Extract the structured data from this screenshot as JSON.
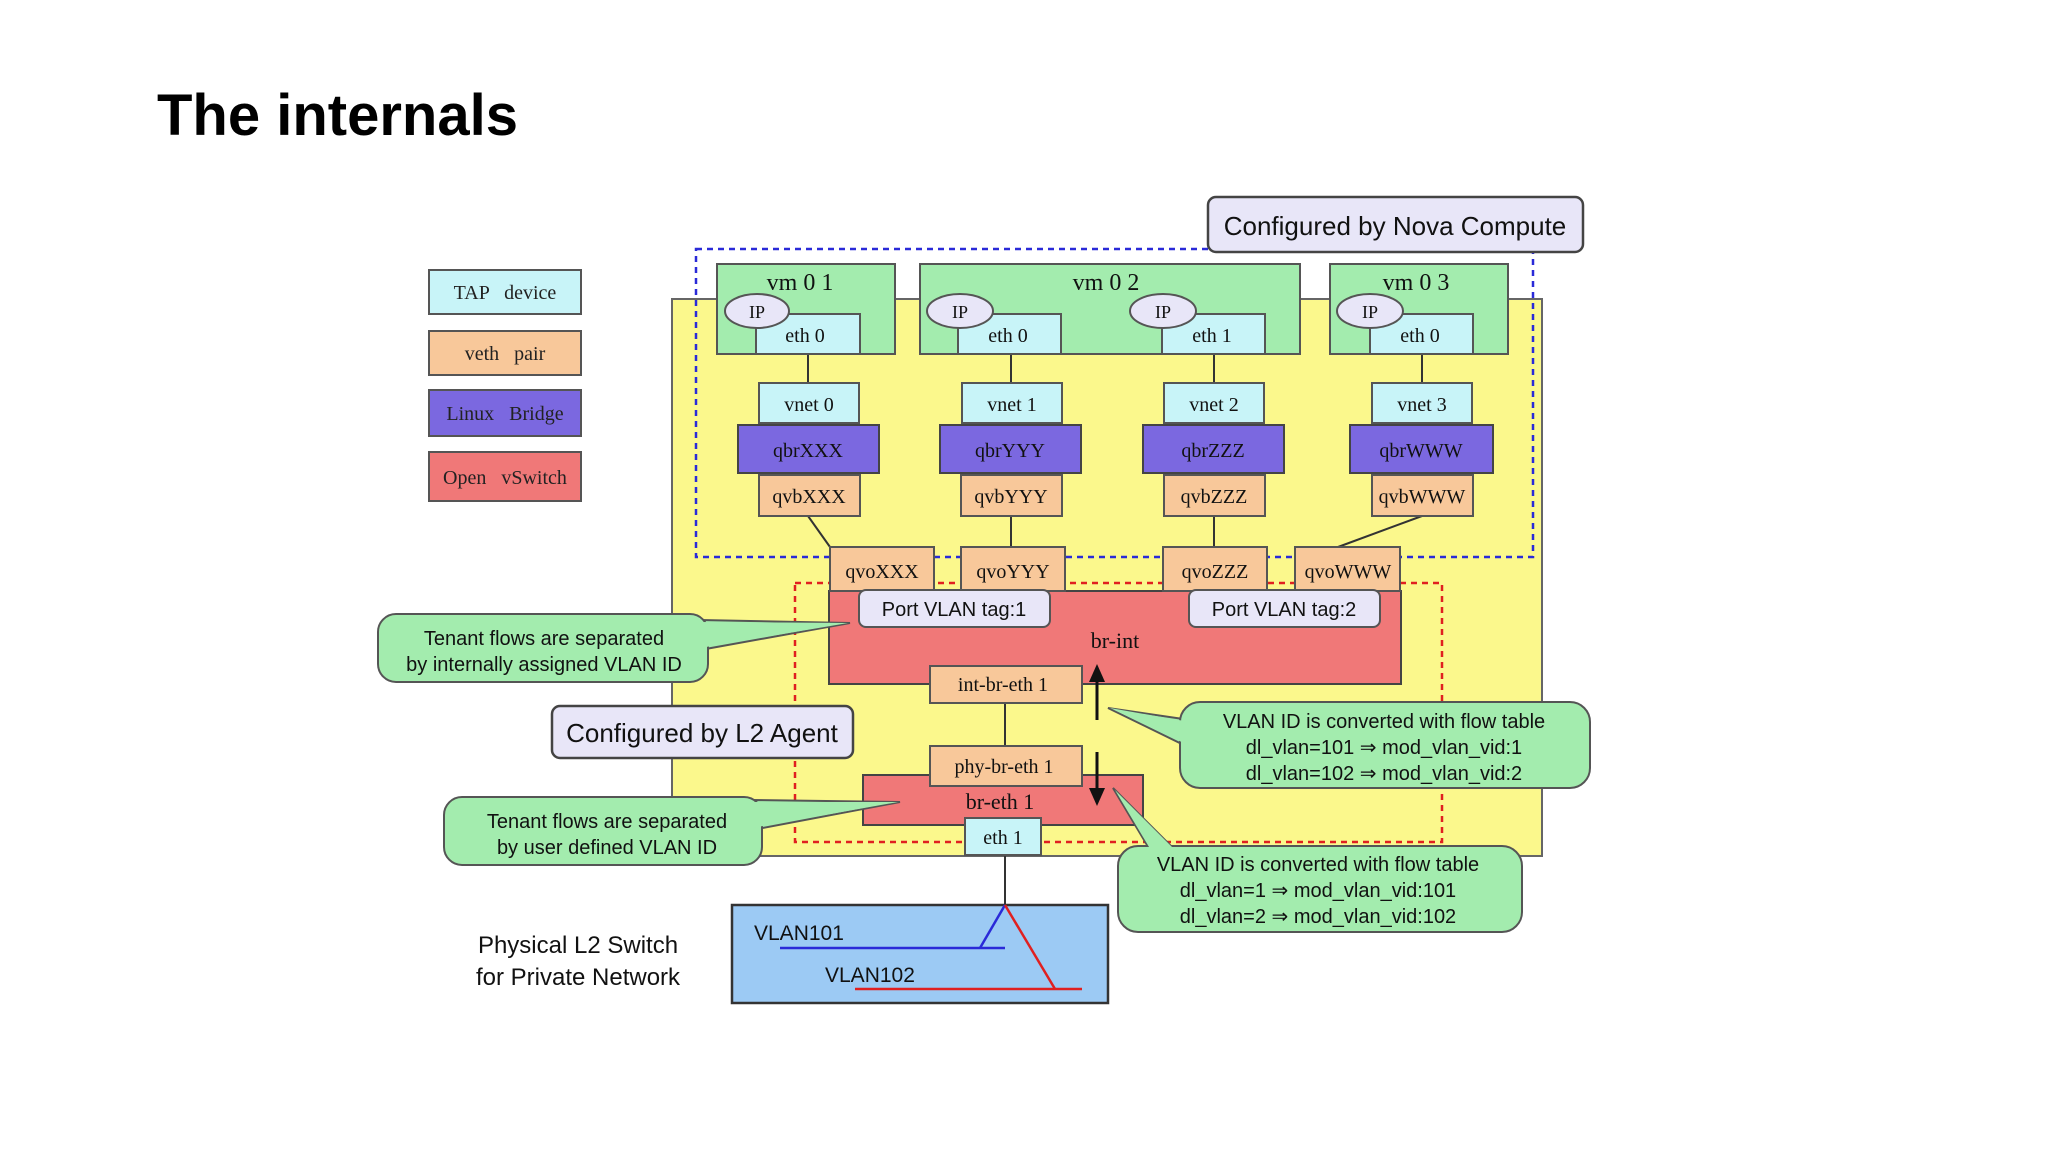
{
  "slide": {
    "title": "The internals"
  },
  "legend": [
    {
      "label": "TAP   device",
      "color": "#c8f4f8"
    },
    {
      "label": "veth   pair",
      "color": "#f8c89a"
    },
    {
      "label": "Linux   Bridge",
      "color": "#7b68e0"
    },
    {
      "label": "Open   vSwitch",
      "color": "#f07878"
    }
  ],
  "labels": {
    "nova": "Configured by Nova Compute",
    "l2agent": "Configured by L2 Agent",
    "vm1": "vm 0 1",
    "vm2": "vm 0 2",
    "vm3": "vm 0 3",
    "ip": "IP",
    "eth0": "eth 0",
    "eth1": "eth 1",
    "vnet0": "vnet 0",
    "vnet1": "vnet 1",
    "vnet2": "vnet 2",
    "vnet3": "vnet 3",
    "qbrXXX": "qbrXXX",
    "qbrYYY": "qbrYYY",
    "qbrZZZ": "qbrZZZ",
    "qbrWWW": "qbrWWW",
    "qvbXXX": "qvbXXX",
    "qvbYYY": "qvbYYY",
    "qvbZZZ": "qvbZZZ",
    "qvbWWW": "qvbWWW",
    "qvoXXX": "qvoXXX",
    "qvoYYY": "qvoYYY",
    "qvoZZZ": "qvoZZZ",
    "qvoWWW": "qvoWWW",
    "tag1": "Port VLAN tag:1",
    "tag2": "Port VLAN tag:2",
    "brint": "br-int",
    "intbreth": "int-br-eth 1",
    "phybreth": "phy-br-eth 1",
    "breth": "br-eth 1",
    "eth1phys": "eth 1",
    "vlan101": "VLAN101",
    "vlan102": "VLAN102",
    "switch1": "Physical L2 Switch",
    "switch2": "for Private Network"
  },
  "callouts": {
    "tenant_internal": [
      "Tenant flows are separated",
      "by internally assigned VLAN ID"
    ],
    "tenant_user": [
      "Tenant flows are separated",
      "by user defined VLAN ID"
    ],
    "flow_int": [
      "VLAN ID is converted with flow table",
      "dl_vlan=101 ⇒ mod_vlan_vid:1",
      "dl_vlan=102 ⇒ mod_vlan_vid:2"
    ],
    "flow_phy": [
      "VLAN ID is converted with flow table",
      "dl_vlan=1 ⇒ mod_vlan_vid:101",
      "dl_vlan=2 ⇒ mod_vlan_vid:102"
    ]
  },
  "colors": {
    "yellow": "#fbf88c",
    "green": "#a3ecae",
    "tap": "#c8f4f8",
    "veth": "#f8c89a",
    "bridge": "#7b68e0",
    "ovs": "#f07878",
    "blue_dash": "#2a2ad8",
    "red_dash": "#e02020",
    "switch": "#9ccaf4",
    "config": "#e8e6f8",
    "callout": "#a3ecae"
  }
}
